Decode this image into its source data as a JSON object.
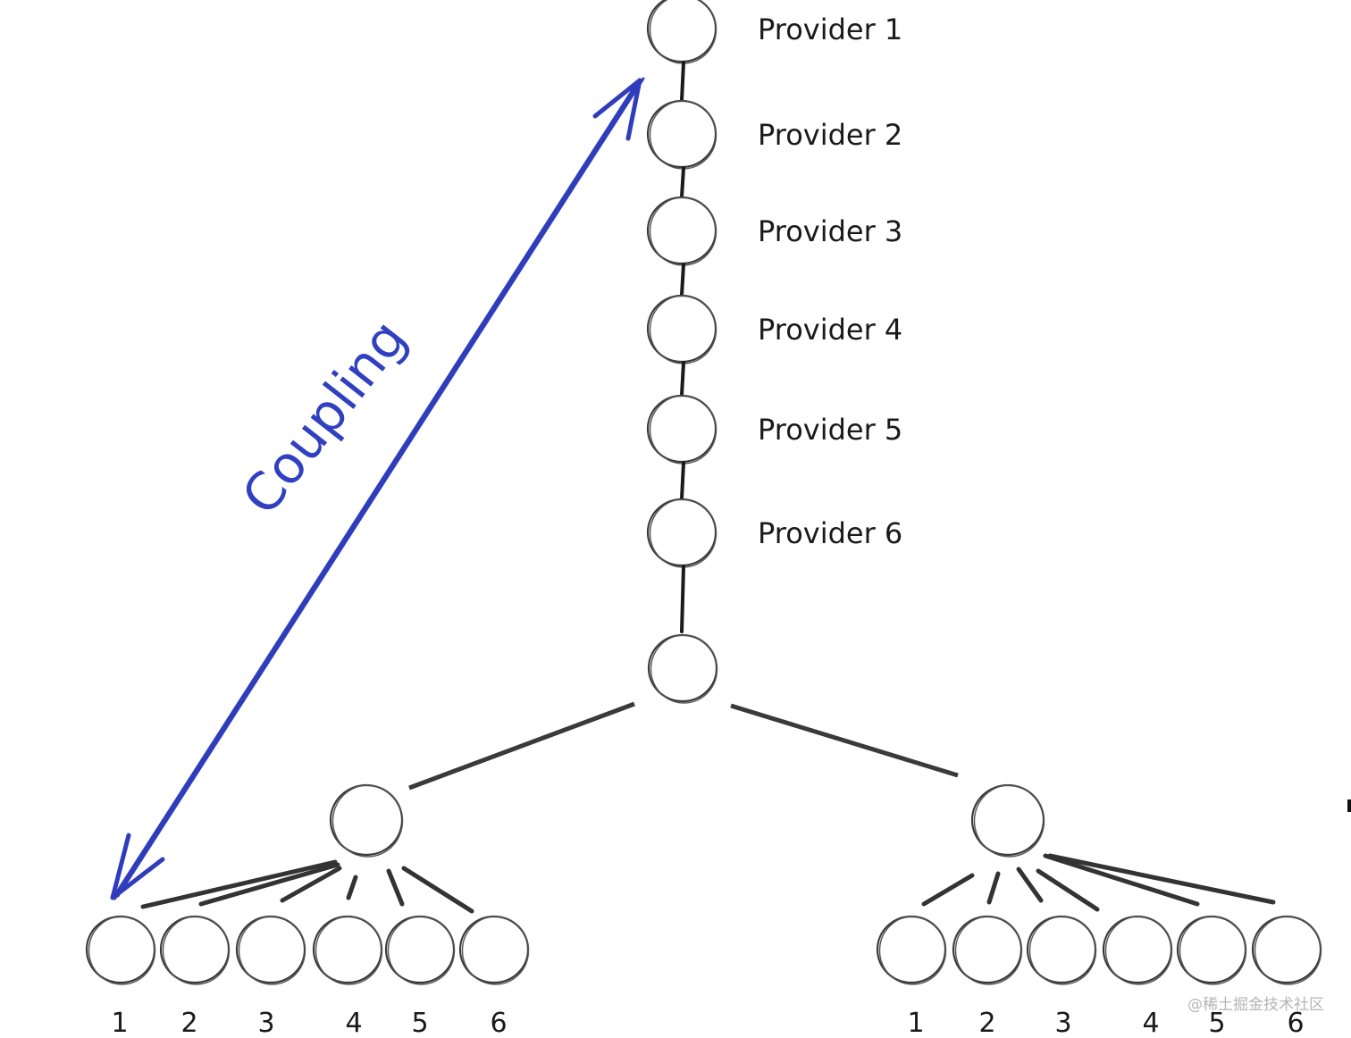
{
  "diagram": {
    "description": "Hand-drawn tree showing a chain of nested providers above a split into two subtrees of six leaves each, with a coupling arrow from Provider 1 to leaf 1",
    "providers": [
      {
        "label": "Provider 1"
      },
      {
        "label": "Provider 2"
      },
      {
        "label": "Provider 3"
      },
      {
        "label": "Provider 4"
      },
      {
        "label": "Provider 5"
      },
      {
        "label": "Provider 6"
      }
    ],
    "root_label": "",
    "subtrees": [
      {
        "name": "left",
        "leaves": [
          "1",
          "2",
          "3",
          "4",
          "5",
          "6"
        ]
      },
      {
        "name": "right",
        "leaves": [
          "1",
          "2",
          "3",
          "4",
          "5",
          "6"
        ]
      }
    ],
    "annotation": {
      "label": "Coupling",
      "from": "Provider 1",
      "to": "left leaf 1",
      "color": "#2f3dbd",
      "style": "double-headed arrow"
    },
    "colors": {
      "stroke": "#3a3a3a",
      "background": "#ffffff",
      "accent": "#2f3dbd"
    }
  },
  "watermark": "@稀土掘金技术社区"
}
